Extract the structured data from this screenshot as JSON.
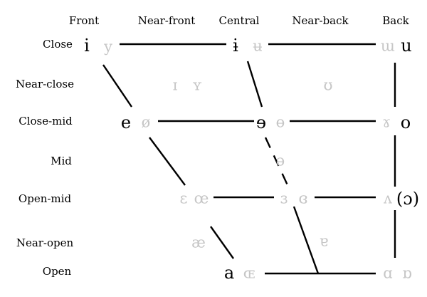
{
  "column_headers": [
    "Front",
    "Near-front",
    "Central",
    "Near-back",
    "Back"
  ],
  "row_labels": [
    "Close",
    "Near-close",
    "Close-mid",
    "Mid",
    "Open-mid",
    "Near-open",
    "Open"
  ],
  "vowels": {
    "close_front_unrounded": "i",
    "close_front_rounded": "y",
    "close_central_unrounded": "ɨ",
    "close_central_rounded": "ʉ",
    "close_back_unrounded": "ɯ",
    "close_back_rounded": "u",
    "near_close_front_unrounded": "ɪ",
    "near_close_front_rounded": "ʏ",
    "near_close_back_rounded": "ʊ",
    "close_mid_front_unrounded": "e",
    "close_mid_front_rounded": "ø",
    "close_mid_central_unrounded": "ɘ",
    "close_mid_central_rounded": "ɵ",
    "close_mid_back_unrounded": "ɤ",
    "close_mid_back_rounded": "o",
    "mid_central": "ə",
    "open_mid_front_unrounded": "ɛ",
    "open_mid_front_rounded": "œ",
    "open_mid_central_unrounded": "ɜ",
    "open_mid_central_rounded": "ɞ",
    "open_mid_back_unrounded": "ʌ",
    "open_mid_back_rounded": "(ɔ)",
    "near_open_front_unrounded": "æ",
    "near_open_central": "ɐ",
    "open_front_unrounded": "a",
    "open_front_rounded": "ɶ",
    "open_back_unrounded": "ɑ",
    "open_back_rounded": "ɒ"
  },
  "colors": {
    "present_vowel": "#000000",
    "absent_vowel": "#c6c6c6",
    "line": "#000000",
    "background": "#ffffff"
  }
}
